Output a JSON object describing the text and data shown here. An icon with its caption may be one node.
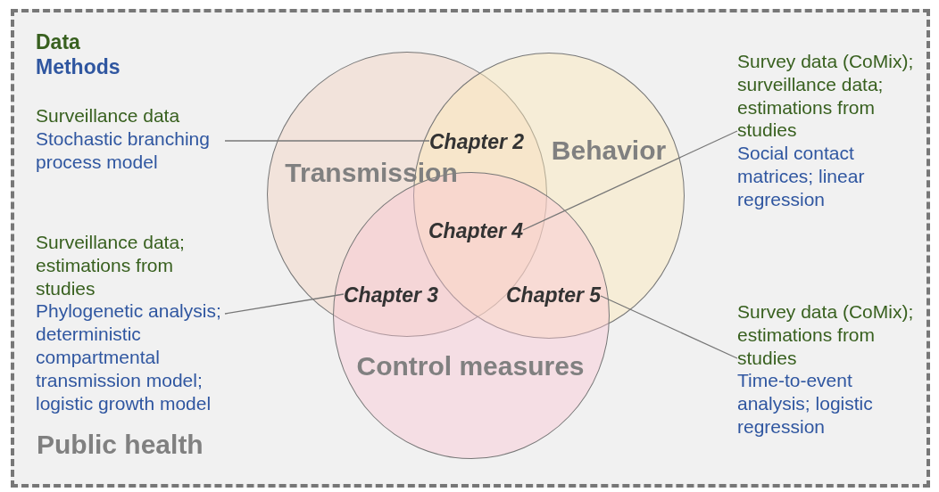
{
  "diagram": {
    "nodes": [
      {
        "text": [
          "Public health"
        ]
      },
      {
        "text": [
          "Transmission"
        ],
        "in": 0
      },
      {
        "text": [
          "Behavior"
        ],
        "in": 0
      },
      {
        "text": [
          "Control measures"
        ],
        "in": 0
      },
      {
        "text": [
          "Chapter 2"
        ]
      },
      {
        "text": [
          "Chapter 4"
        ]
      },
      {
        "text": [
          "Chapter 3"
        ]
      },
      {
        "text": [
          "Chapter 5"
        ]
      },
      {
        "text": [
          "Surveillance data",
          "Stochastic branching process model"
        ],
        "in": 0
      },
      {
        "text": [
          "Survey data (CoMix); surveillance data; estimations from studies",
          "Social contact matrices; linear regression"
        ],
        "in": 0
      },
      {
        "text": [
          "Surveillance data; estimations from studies",
          "Phylogenetic analysis; deterministic compartmental transmission model; logistic growth model"
        ],
        "in": 0
      },
      {
        "text": [
          "Survey data (CoMix); estimations from studies",
          "Time-to-event analysis; logistic regression"
        ],
        "in": 0
      }
    ],
    "edges": [
      {
        "from": 8,
        "to": 4,
        "arrow": "none"
      },
      {
        "from": 9,
        "to": 5,
        "arrow": "none"
      },
      {
        "from": 10,
        "to": 6,
        "arrow": "none"
      },
      {
        "from": 11,
        "to": 7,
        "arrow": "none"
      }
    ],
    "legend": [
      {
        "text": "Data",
        "color": "#38601f"
      },
      {
        "text": "Methods",
        "color": "#2f56a0"
      }
    ]
  }
}
